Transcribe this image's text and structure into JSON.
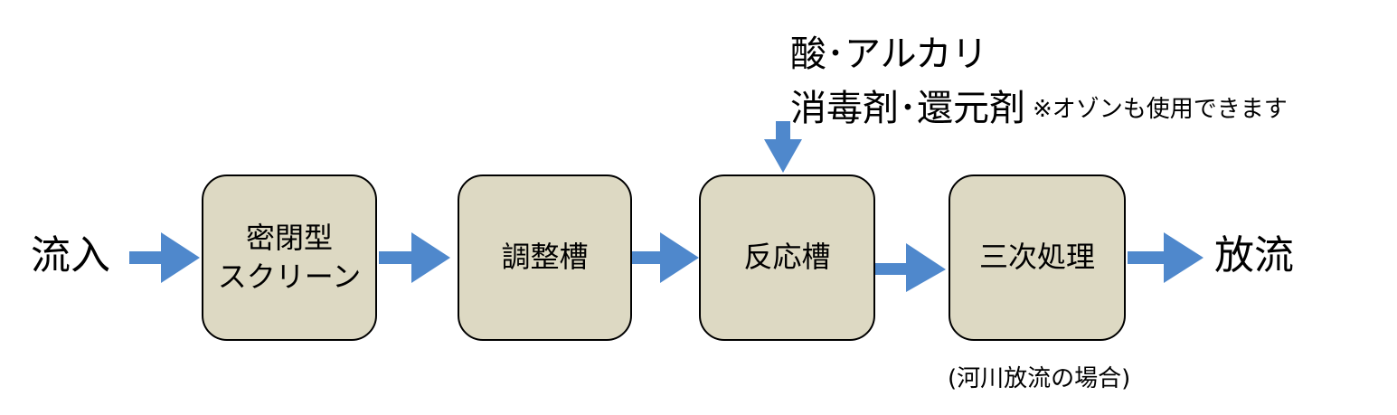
{
  "inflow": "流入",
  "outflow": "放流",
  "chemicals": {
    "line1": "酸･アルカリ",
    "line2": "消毒剤･還元剤",
    "note": "※オゾンも使用できます"
  },
  "boxes": {
    "screen": {
      "line1": "密閉型",
      "line2": "スクリーン"
    },
    "adjust": "調整槽",
    "react": "反応槽",
    "tertiary": "三次処理"
  },
  "tertiary_note": "(河川放流の場合)",
  "colors": {
    "box_fill": "#ddd9c3",
    "arrow": "#4f88cc"
  }
}
